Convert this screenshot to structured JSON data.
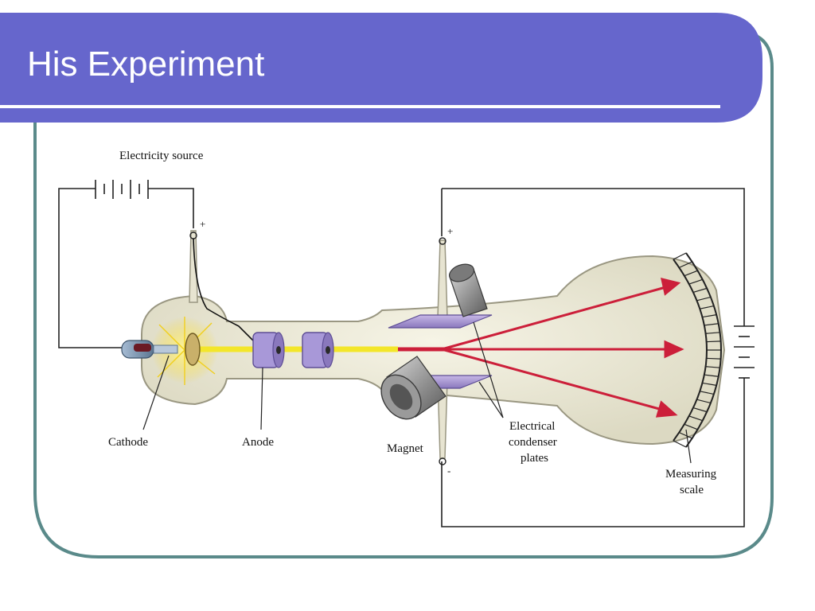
{
  "slide": {
    "title": "His Experiment",
    "accent_color": "#6666cc",
    "border_color": "#5a8a8a"
  },
  "diagram": {
    "labels": {
      "source": "Electricity source",
      "cathode": "Cathode",
      "anode": "Anode",
      "magnet": "Magnet",
      "plates_line1": "Electrical",
      "plates_line2": "condenser",
      "plates_line3": "plates",
      "scale_line1": "Measuring",
      "scale_line2": "scale",
      "plus": "+",
      "minus": "-"
    },
    "beam_colors": {
      "cathode_ray": "#f3e62a",
      "deflected_ray": "#cc1f3a"
    }
  }
}
